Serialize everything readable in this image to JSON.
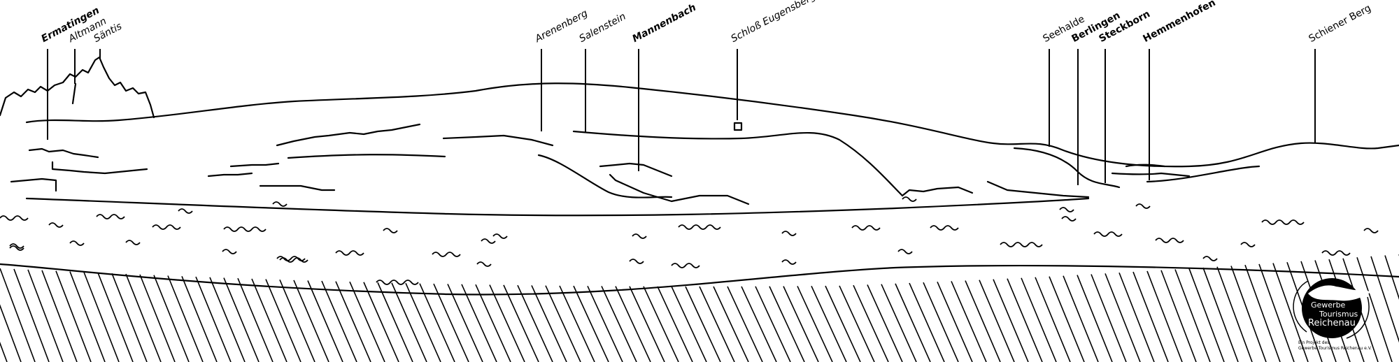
{
  "labels": [
    {
      "text": "Ermatingen",
      "bold": true,
      "italic": true
    },
    {
      "text": "Altmann",
      "bold": false,
      "italic": true
    },
    {
      "text": "Säntis",
      "bold": false,
      "italic": true
    },
    {
      "text": "Arenenberg",
      "bold": false,
      "italic": true
    },
    {
      "text": "Salenstein",
      "bold": false,
      "italic": true
    },
    {
      "text": "Mannenbach",
      "bold": true,
      "italic": true
    },
    {
      "text": "Schloß Eugensberg",
      "bold": false,
      "italic": true
    },
    {
      "text": "Seehalde",
      "bold": false,
      "italic": false
    },
    {
      "text": "Berlingen",
      "bold": true,
      "italic": false
    },
    {
      "text": "Steckborn",
      "bold": true,
      "italic": false
    },
    {
      "text": "Hemmenhofen",
      "bold": true,
      "italic": false
    },
    {
      "text": "Schiener Berg",
      "bold": false,
      "italic": false
    }
  ],
  "logo": {
    "line1": "Gewerbe",
    "line2": "Tourismus",
    "line3": "Reichenau",
    "sub1": "Ein Projekt des",
    "sub2": "Gewerbe Tourismus Reichenau e.V."
  }
}
